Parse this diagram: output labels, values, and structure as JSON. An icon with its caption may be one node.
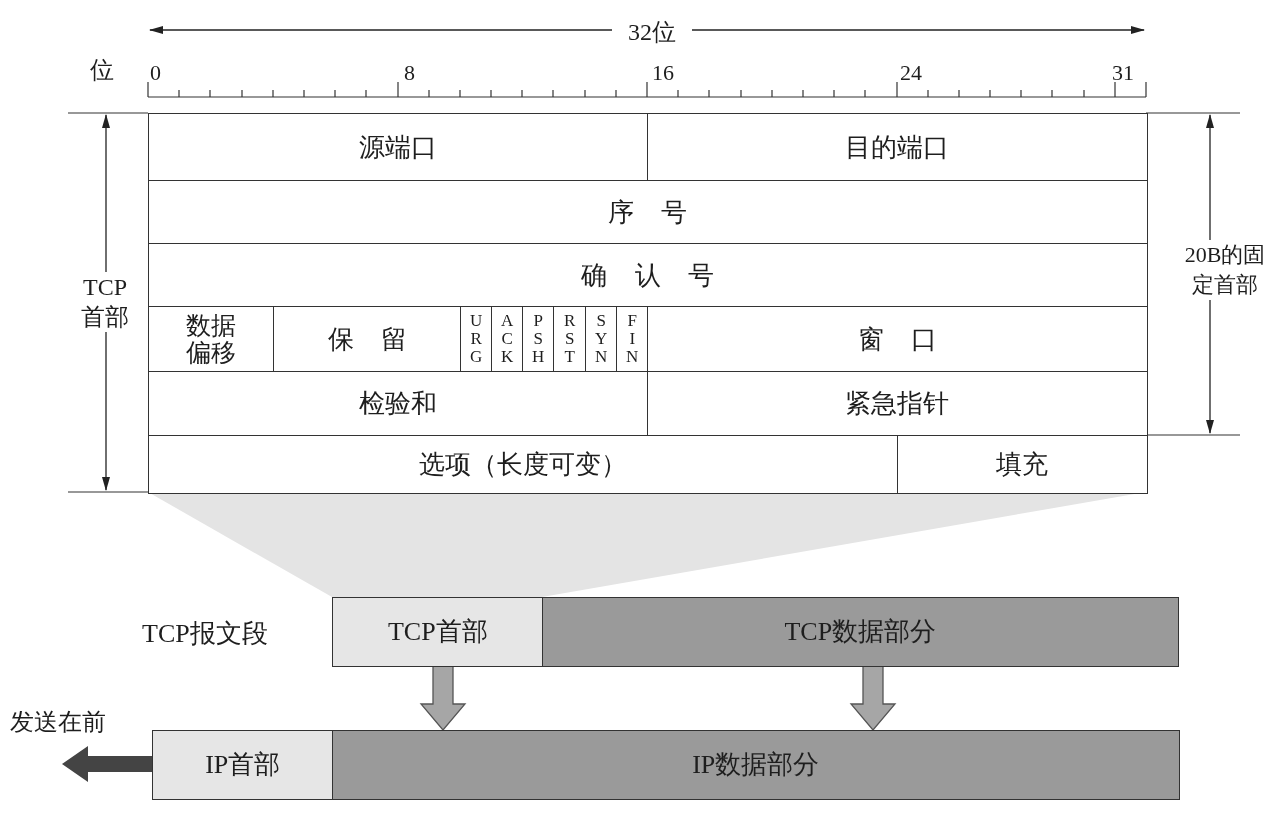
{
  "diagram": {
    "nodes": [
      {
        "text": [
          "源端口"
        ]
      },
      {
        "text": [
          "目的端口"
        ]
      },
      {
        "text": [
          "序 号"
        ]
      },
      {
        "text": [
          "确 认 号"
        ]
      },
      {
        "text": [
          "数据偏移"
        ]
      },
      {
        "text": [
          "保 留"
        ]
      },
      {
        "text": [
          "URG"
        ]
      },
      {
        "text": [
          "ACK"
        ]
      },
      {
        "text": [
          "PSH"
        ]
      },
      {
        "text": [
          "RST"
        ]
      },
      {
        "text": [
          "SYN"
        ]
      },
      {
        "text": [
          "FIN"
        ]
      },
      {
        "text": [
          "窗 口"
        ]
      },
      {
        "text": [
          "检验和"
        ]
      },
      {
        "text": [
          "紧急指针"
        ]
      },
      {
        "text": [
          "选项（长度可变）"
        ]
      },
      {
        "text": [
          "填充"
        ]
      },
      {
        "text": [
          "TCP首部"
        ]
      },
      {
        "text": [
          "TCP数据部分"
        ]
      },
      {
        "text": [
          "IP首部"
        ]
      },
      {
        "text": [
          "IP数据部分"
        ]
      }
    ],
    "edges": [
      {
        "from": 17,
        "to": 20,
        "arrow": "to"
      },
      {
        "from": 18,
        "to": 20,
        "arrow": "to"
      },
      {
        "from": 19,
        "to": null,
        "arrow": "to",
        "color": "#444444"
      }
    ],
    "labels": [
      "32位",
      "位",
      "0",
      "8",
      "16",
      "24",
      "31",
      "TCP首部",
      "20B的固定首部",
      "TCP报文段",
      "发送在前"
    ]
  }
}
